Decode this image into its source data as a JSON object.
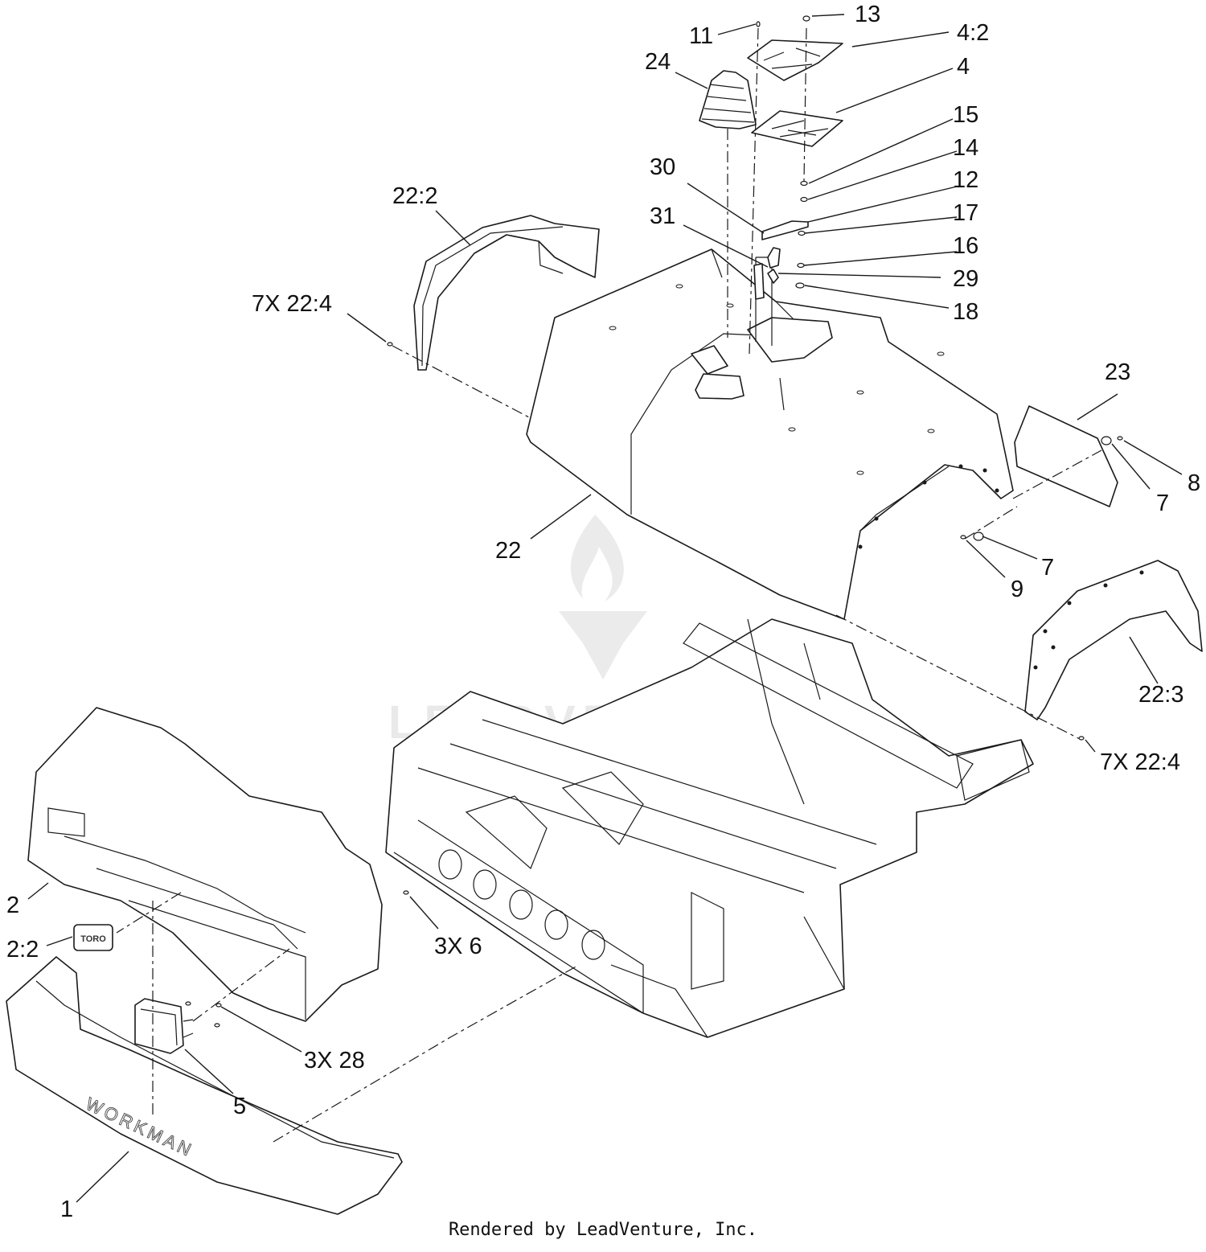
{
  "footer": "Rendered by LeadVenture, Inc.",
  "watermark": "LEADVENTURE",
  "bumper_text": "WORKMAN",
  "badge_text": "TORO",
  "callouts": {
    "c11": "11",
    "c13": "13",
    "c4_2": "4:2",
    "c24": "24",
    "c4": "4",
    "c15": "15",
    "c14": "14",
    "c30": "30",
    "c12": "12",
    "c22_2": "22:2",
    "c17": "17",
    "c31": "31",
    "c16": "16",
    "c29": "29",
    "c7x22_4_top": "7X 22:4",
    "c18": "18",
    "c23": "23",
    "c8": "8",
    "c7_upper": "7",
    "c22": "22",
    "c7_lower": "7",
    "c9": "9",
    "c22_3": "22:3",
    "c7x22_4_bottom": "7X 22:4",
    "c2": "2",
    "c3x6": "3X 6",
    "c2_2": "2:2",
    "c3x28": "3X 28",
    "c5": "5",
    "c1": "1"
  }
}
